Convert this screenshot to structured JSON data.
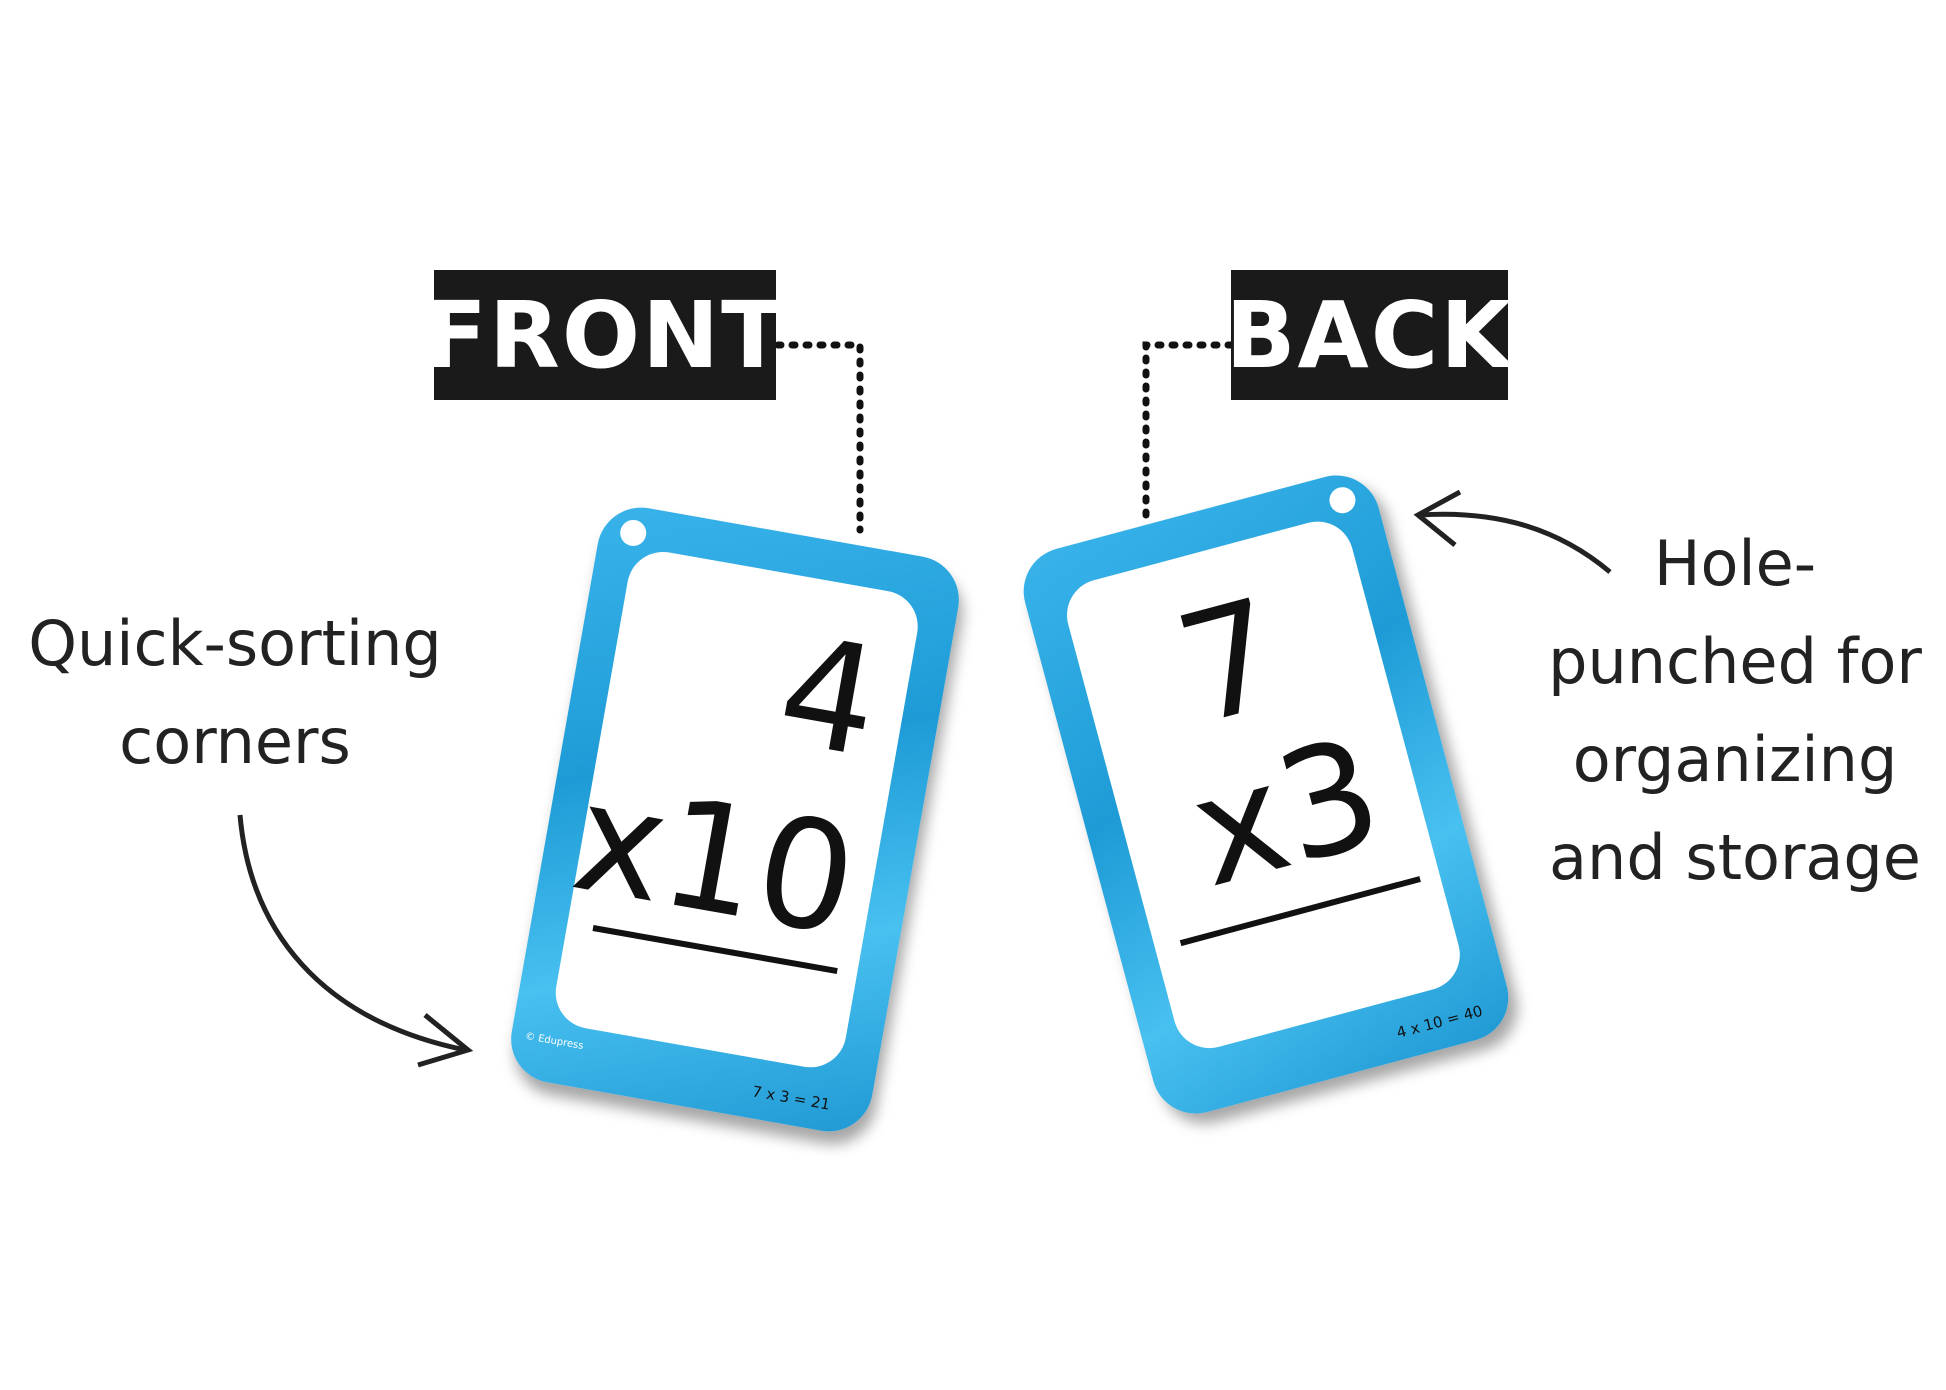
{
  "labels": {
    "front": "FRONT",
    "back": "BACK"
  },
  "captions": {
    "left": [
      "Quick-sorting",
      "corners"
    ],
    "right": [
      "Hole-",
      "punched for",
      "organizing",
      "and storage"
    ]
  },
  "front_card": {
    "top": "4",
    "bottom": "x10",
    "footer": "7 x 3 = 21",
    "copyright": "© Edupress"
  },
  "back_card": {
    "top": "7",
    "bottom": "x3",
    "footer": "4 x 10 = 40"
  },
  "colors": {
    "card": "#2ea6e0",
    "tag": "#1a1a1a"
  }
}
